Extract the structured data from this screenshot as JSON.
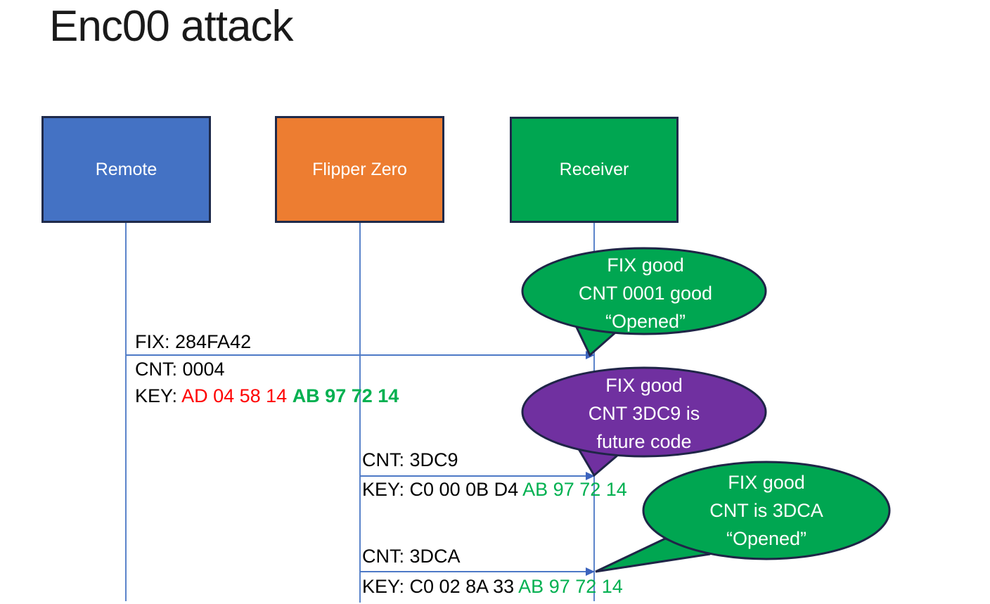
{
  "title": "Enc00 attack",
  "colors": {
    "remote_fill": "#4472C4",
    "flipper_fill": "#ED7D31",
    "receiver_fill": "#00A651",
    "bubble_green": "#00A651",
    "bubble_purple": "#7030A0",
    "shape_outline": "#1F2547",
    "connector_blue": "#4d79c6",
    "key_red": "#FF0000",
    "key_green": "#00B050"
  },
  "actors": [
    {
      "label": "Remote"
    },
    {
      "label": "Flipper Zero"
    },
    {
      "label": "Receiver"
    }
  ],
  "messages": [
    {
      "from": "Remote",
      "to": "Receiver",
      "fix": "FIX: 284FA42",
      "cnt": "CNT: 0004",
      "key_prefix": "KEY: ",
      "key_red": "AD 04 58 14 ",
      "key_green": "AB 97 72 14"
    },
    {
      "from": "Flipper Zero",
      "to": "Receiver",
      "cnt": "CNT: 3DC9",
      "key_prefix": "KEY: C0 00 0B D4 ",
      "key_green": "AB 97 72 14"
    },
    {
      "from": "Flipper Zero",
      "to": "Receiver",
      "cnt": "CNT: 3DCA",
      "key_prefix": "KEY: C0 02 8A 33 ",
      "key_green": "AB 97 72 14"
    }
  ],
  "bubbles": [
    {
      "lines": [
        "FIX good",
        "CNT 0001 good",
        "“Opened”"
      ]
    },
    {
      "lines": [
        "FIX good",
        "CNT 3DC9 is",
        "future code"
      ]
    },
    {
      "lines": [
        "FIX good",
        "CNT is 3DCA",
        "“Opened”"
      ]
    }
  ]
}
